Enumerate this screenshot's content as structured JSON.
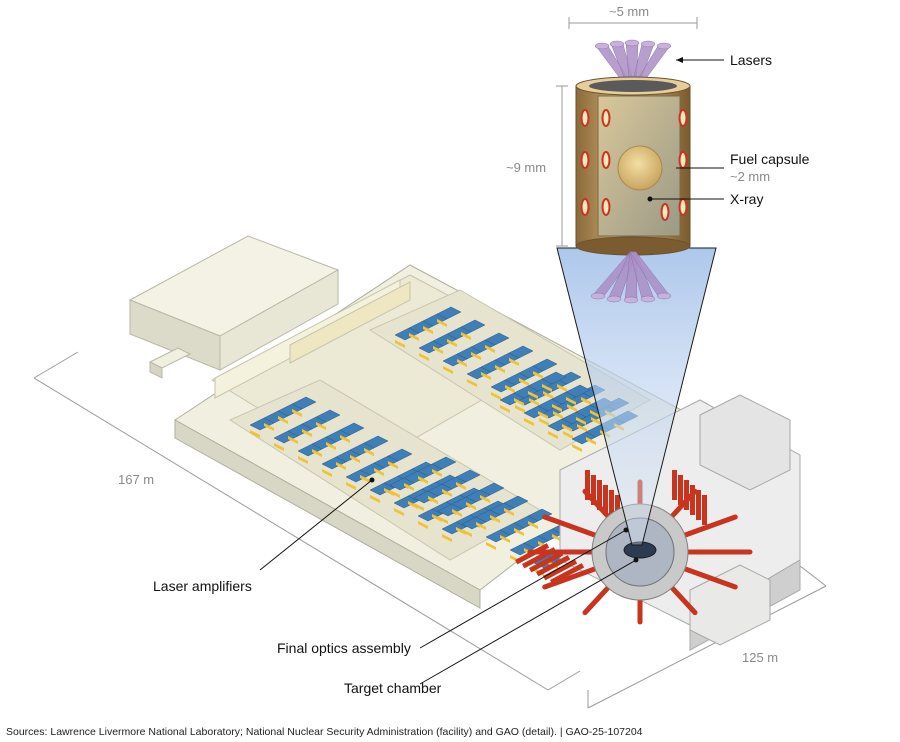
{
  "colors": {
    "accent_red": "#c8341e",
    "amplifier_blue": "#3f7fb8",
    "amplifier_yellow": "#f1c232",
    "hohlraum_gold": "#b78f55",
    "laser_purple": "#a98ec4",
    "xray_blue": "#8ab4e8",
    "dimension_gray": "#8a8a8a"
  },
  "detail": {
    "width_label": "~5 mm",
    "height_label": "~9 mm",
    "lasers_label": "Lasers",
    "fuel_capsule_label": "Fuel capsule",
    "fuel_capsule_size": "~2 mm",
    "xray_label": "X-ray"
  },
  "facility": {
    "length_label": "167 m",
    "width_label": "125 m",
    "laser_amplifiers_label": "Laser amplifiers",
    "final_optics_label": "Final optics assembly",
    "target_chamber_label": "Target chamber"
  },
  "footer": {
    "sources": "Sources: Lawrence Livermore National Laboratory; National Nuclear Security Administration (facility) and GAO (detail).  |  GAO-25-107204"
  }
}
